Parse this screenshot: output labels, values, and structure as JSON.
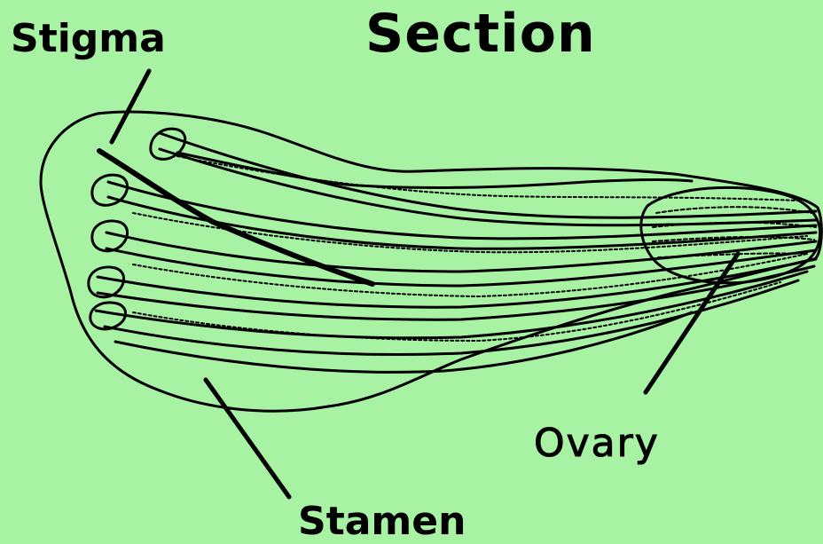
{
  "title": "Section",
  "labels": {
    "stigma": "Stigma",
    "ovary": "Ovary",
    "stamen": "Stamen"
  },
  "colors": {
    "background": "#a7f2a3",
    "ink": "#000000"
  }
}
